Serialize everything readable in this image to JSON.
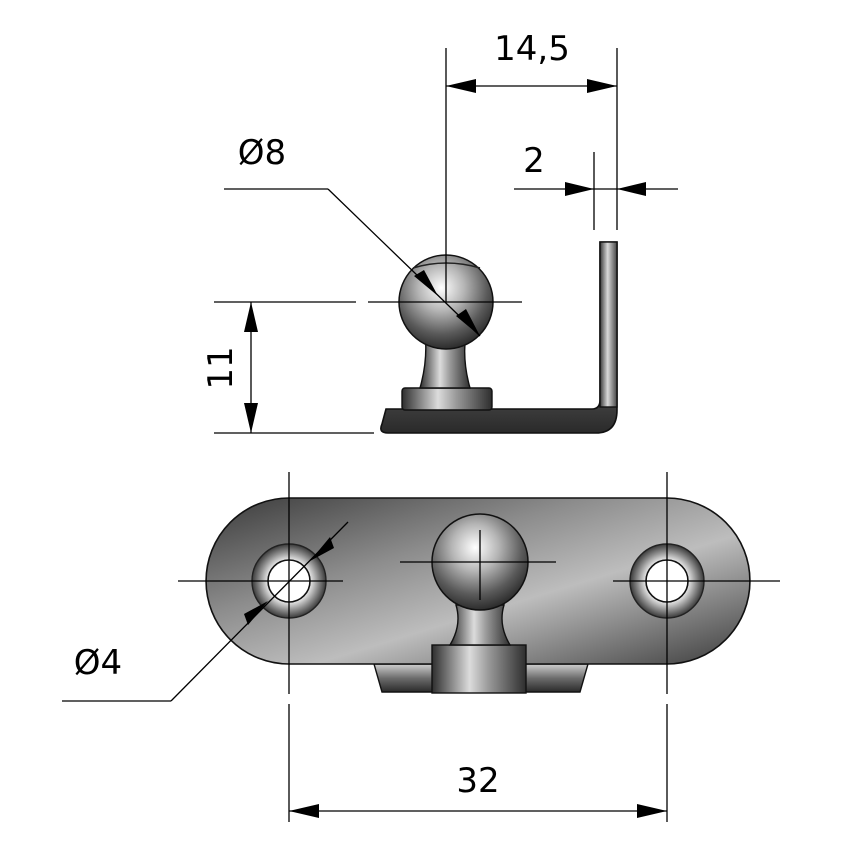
{
  "dimensions": {
    "ball_width": "14,5",
    "sheet_thickness": "2",
    "ball_diameter": "Ø8",
    "ball_height": "11",
    "hole_diameter": "Ø4",
    "hole_spacing": "32"
  },
  "colors": {
    "line": "#000000",
    "metal_dark": "#2b2b2b",
    "metal_mid": "#7a7a7a",
    "metal_light": "#e6e6e6",
    "background": "#ffffff"
  }
}
